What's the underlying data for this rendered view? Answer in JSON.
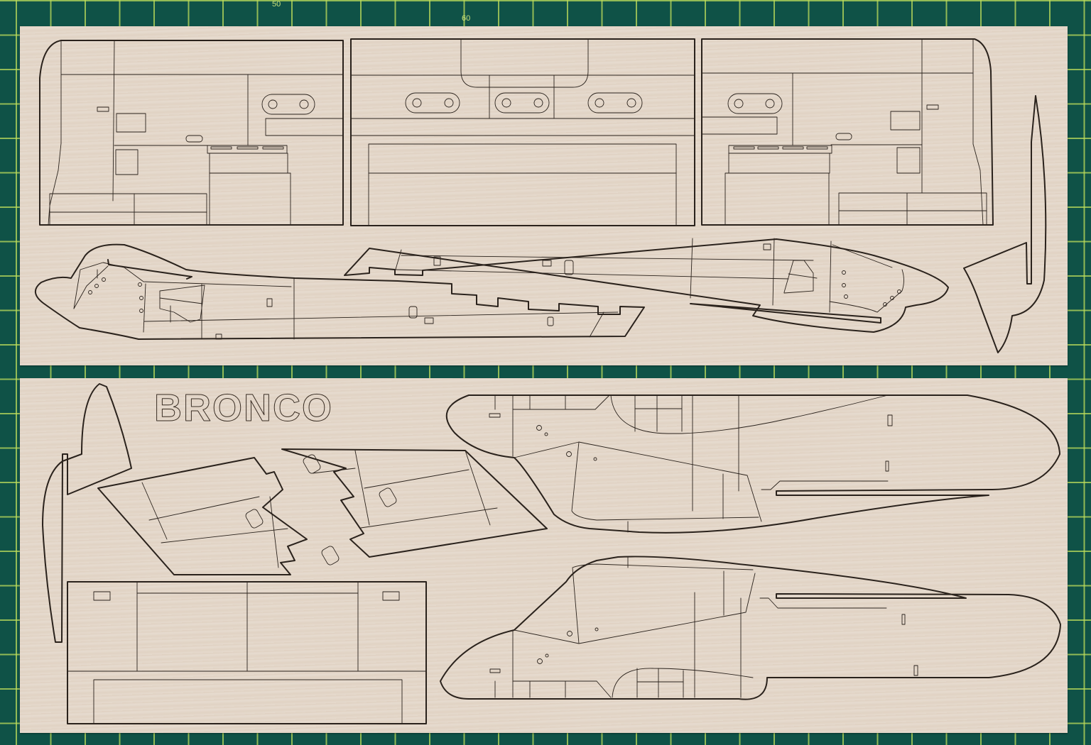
{
  "scene": {
    "description": "Two laser-cut balsa wood sheets of RC model aircraft parts on a green cutting mat",
    "mat": {
      "color": "#0f5247",
      "grid_color": "#bedc5a",
      "ruler_numbers": [
        "50",
        "60"
      ]
    },
    "wood_color": "#e4d8cb",
    "line_color": "#2a221c"
  },
  "sheet_top": {
    "parts": [
      "left-wing-panel",
      "center-wing-panel",
      "right-wing-panel",
      "left-tail-boom",
      "right-tail-boom",
      "vertical-fin-right"
    ]
  },
  "sheet_bottom": {
    "engraved_text": "BRONCO",
    "parts": [
      "vertical-fin-left",
      "horizontal-stabilizer-left",
      "horizontal-stabilizer-right",
      "center-wing-section",
      "fuselage-pod-top",
      "fuselage-pod-bottom"
    ]
  }
}
